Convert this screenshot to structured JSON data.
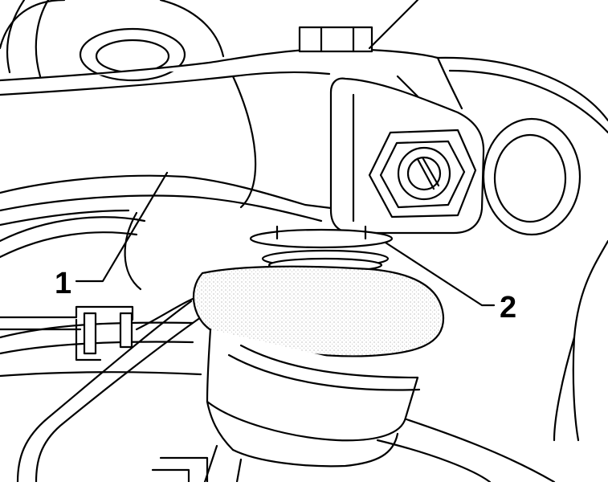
{
  "figure": {
    "callouts": [
      {
        "id": "1",
        "label": "1"
      },
      {
        "id": "2",
        "label": "2"
      }
    ],
    "colors": {
      "ink": "#000000",
      "paper": "#ffffff",
      "boot_stipple": "#e6e6e6"
    }
  }
}
